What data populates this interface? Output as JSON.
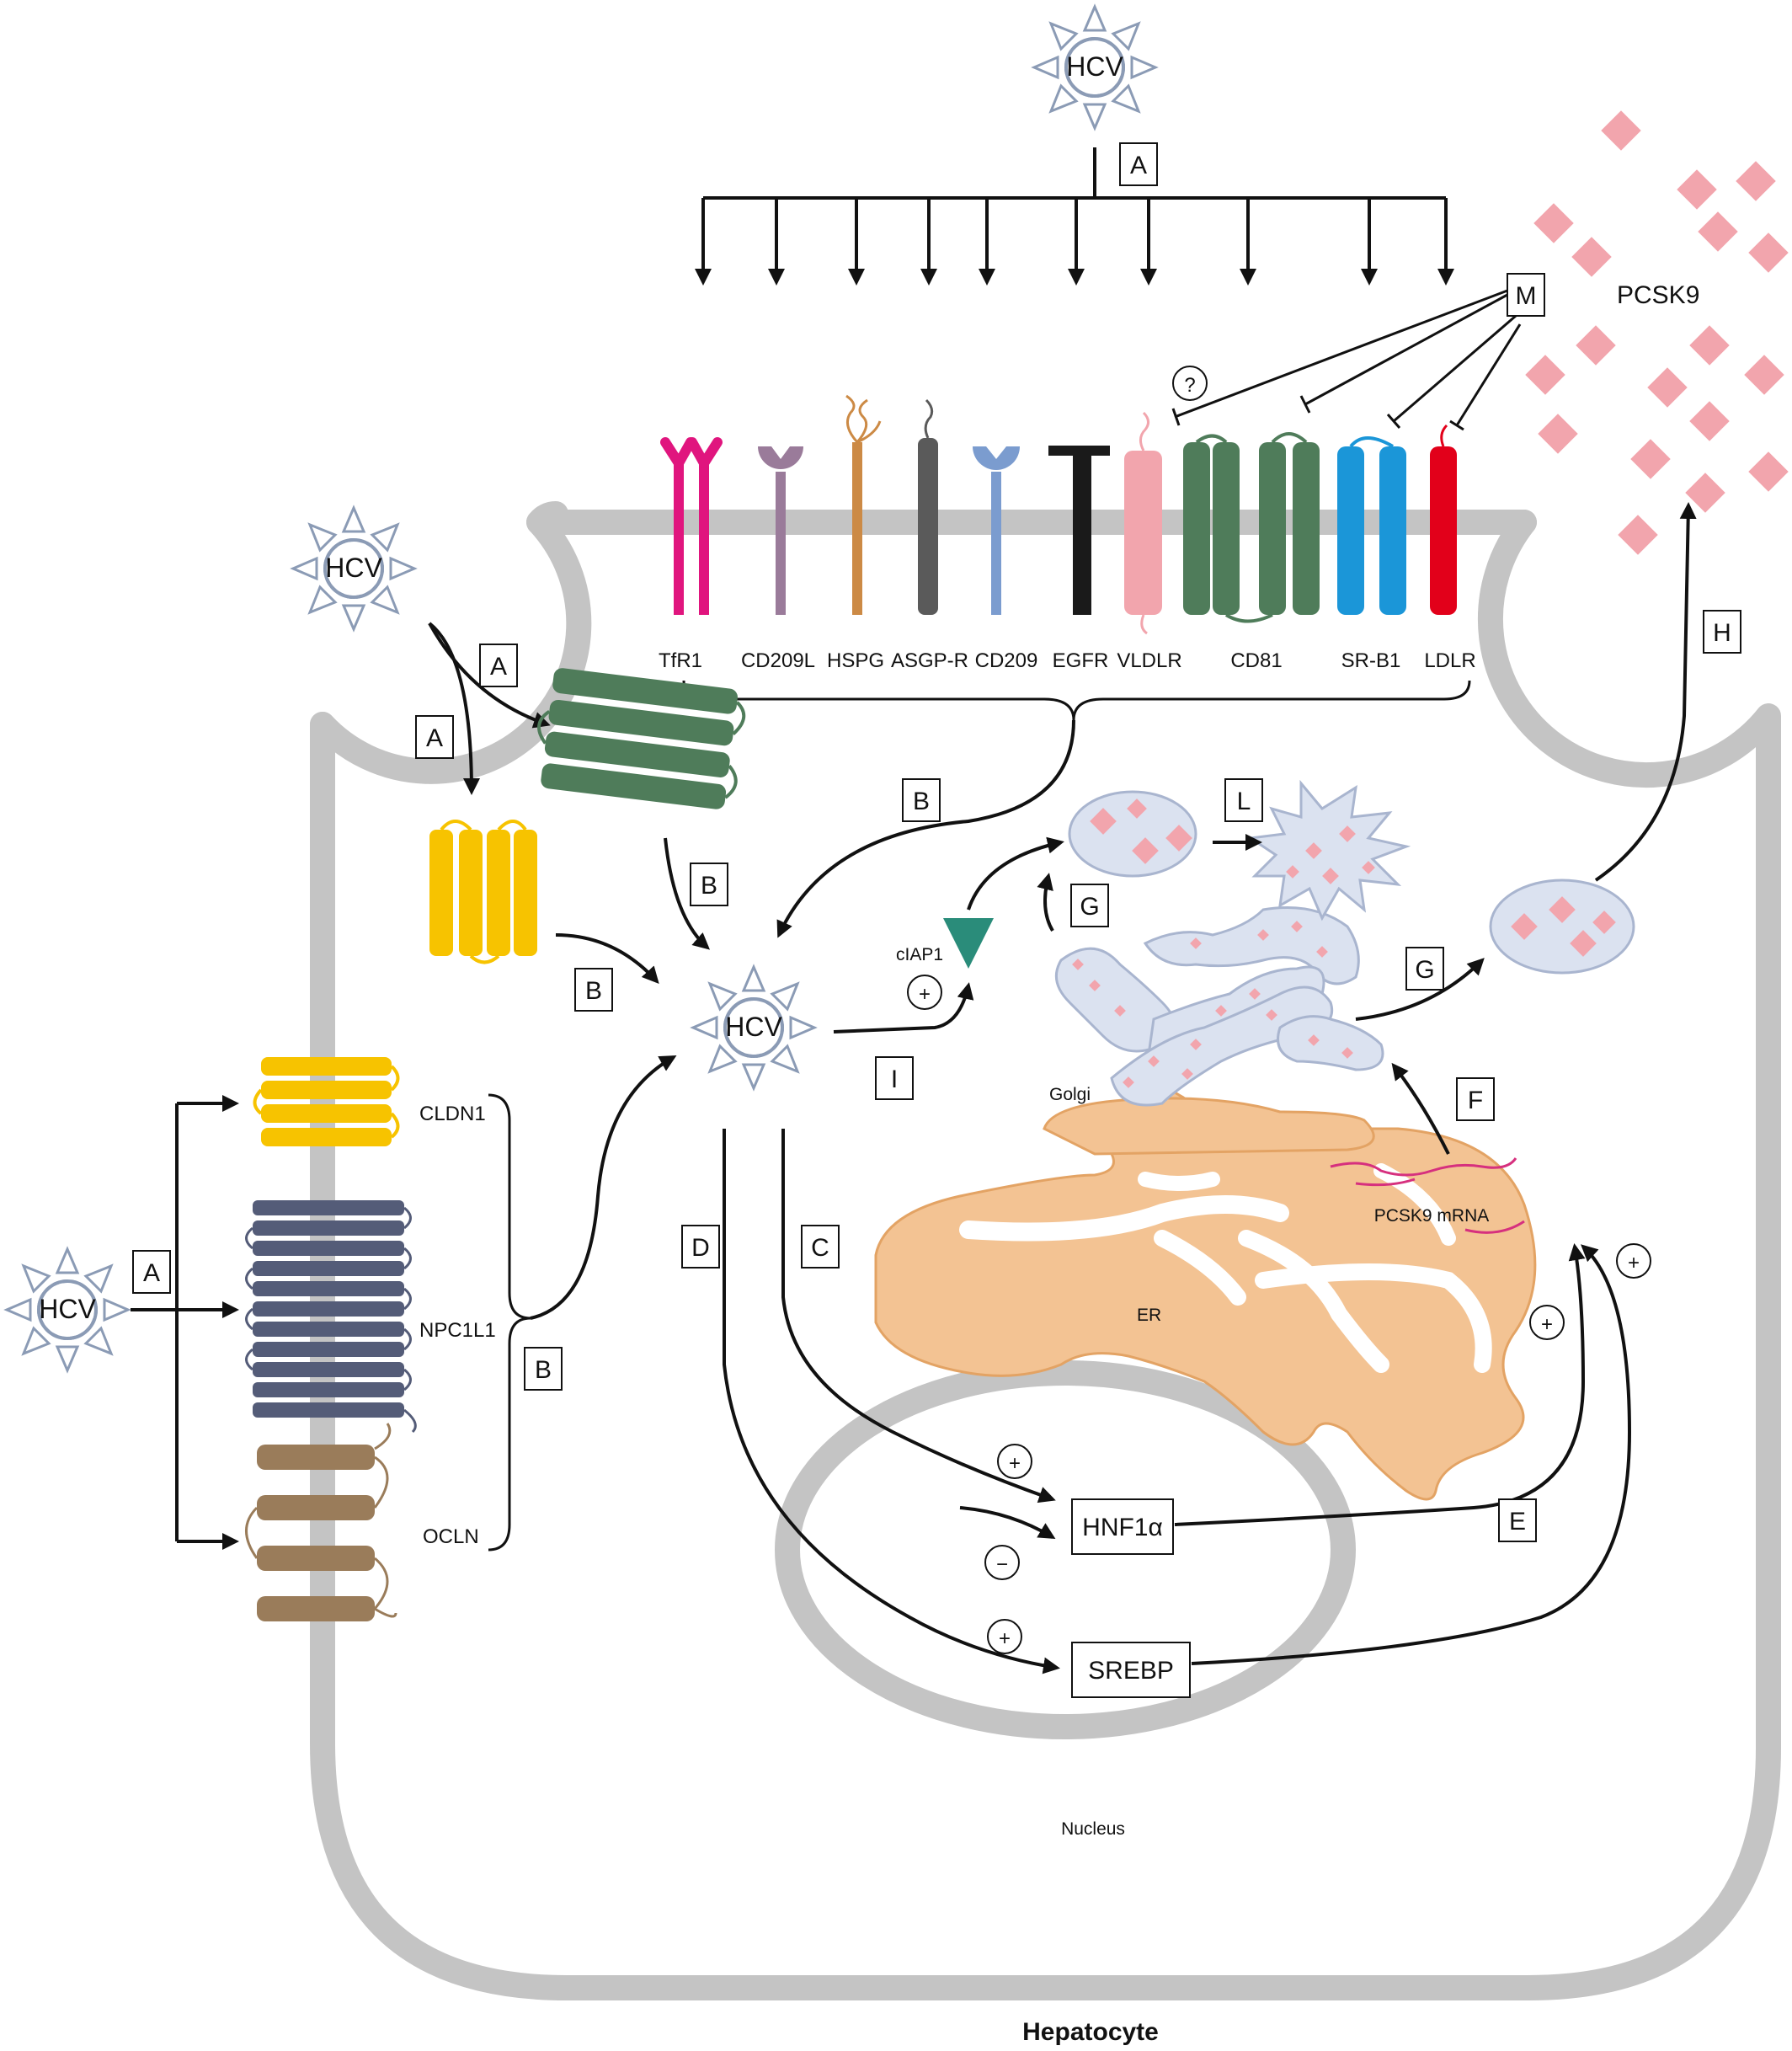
{
  "figure": {
    "cell_label": "Hepatocyte",
    "nucleus_label": "Nucleus",
    "er_label": "ER",
    "golgi_label": "Golgi",
    "pcsk9_label": "PCSK9",
    "pcsk9_mrna_label": "PCSK9 mRNA",
    "ciap1_label": "cIAP1",
    "question_mark": "?",
    "plus": "+",
    "minus": "−"
  },
  "virus": {
    "label": "HCV"
  },
  "receptors_top": [
    "TfR1",
    "CD209L",
    "HSPG",
    "ASGP-R",
    "CD209",
    "EGFR",
    "VLDLR",
    "CD81",
    "SR-B1",
    "LDLR"
  ],
  "tight_junction": {
    "cldn1": "CLDN1",
    "npc1l1": "NPC1L1",
    "ocln": "OCLN"
  },
  "nuclear_factors": {
    "hnf1a": "HNF1α",
    "srebp": "SREBP"
  },
  "step_labels": {
    "a": "A",
    "b": "B",
    "c": "C",
    "d": "D",
    "e": "E",
    "f": "F",
    "g": "G",
    "h": "H",
    "i": "I",
    "l": "L",
    "m": "M"
  },
  "colors": {
    "membrane": "#c4c4c4",
    "virus": "#8b9bb5",
    "cldn1": "#f7c300",
    "npc1l1": "#545c78",
    "ocln": "#9a7c5a",
    "cd81": "#4f7c5a",
    "pcsk9": "#f2a5ad",
    "er": "#f3c393",
    "golgi": "#dbe2f0",
    "tfr1": "#e0157e",
    "cd209l": "#9a7b9a",
    "hspg": "#cc8a45",
    "asgpr": "#5a5a5a",
    "cd209": "#7b9ccf",
    "egfr": "#1a1a1a",
    "vldlr": "#f2a5ad",
    "srb1": "#1b96d8",
    "ldlr": "#e2001a",
    "ciap1": "#2a8c7a",
    "mrna": "#d6307e"
  }
}
